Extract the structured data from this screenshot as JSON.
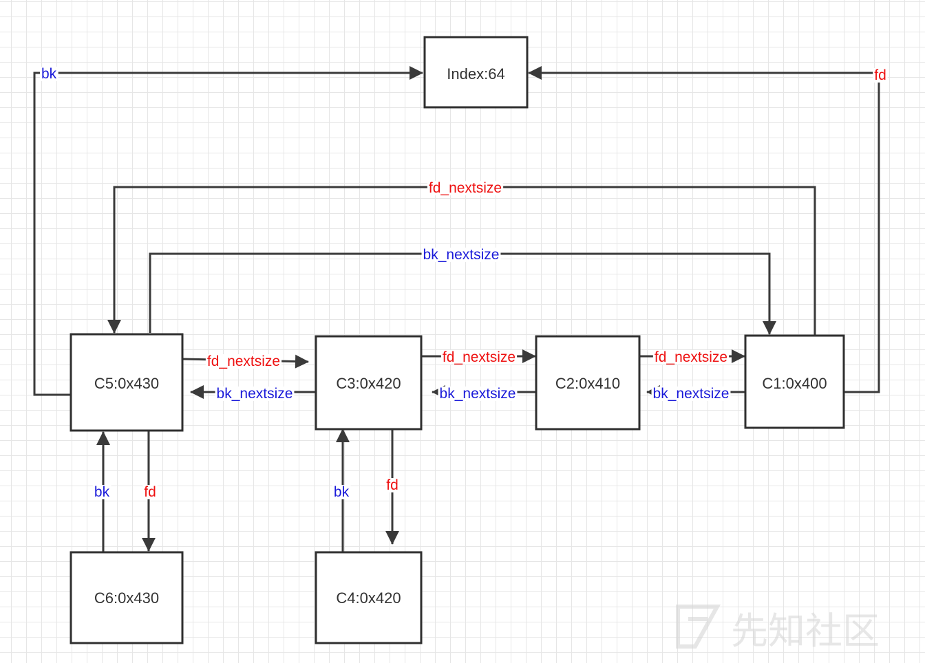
{
  "colors": {
    "fd": "#ee1111",
    "bk": "#1a1ad9",
    "line": "#3a3a3a"
  },
  "nodes": {
    "index": "Index:64",
    "c5": "C5:0x430",
    "c3": "C3:0x420",
    "c2": "C2:0x410",
    "c1": "C1:0x400",
    "c6": "C6:0x430",
    "c4": "C4:0x420"
  },
  "labels": {
    "fd": "fd",
    "bk": "bk",
    "fd_nextsize": "fd_nextsize",
    "bk_nextsize": "bk_nextsize"
  },
  "watermark": "先知社区"
}
